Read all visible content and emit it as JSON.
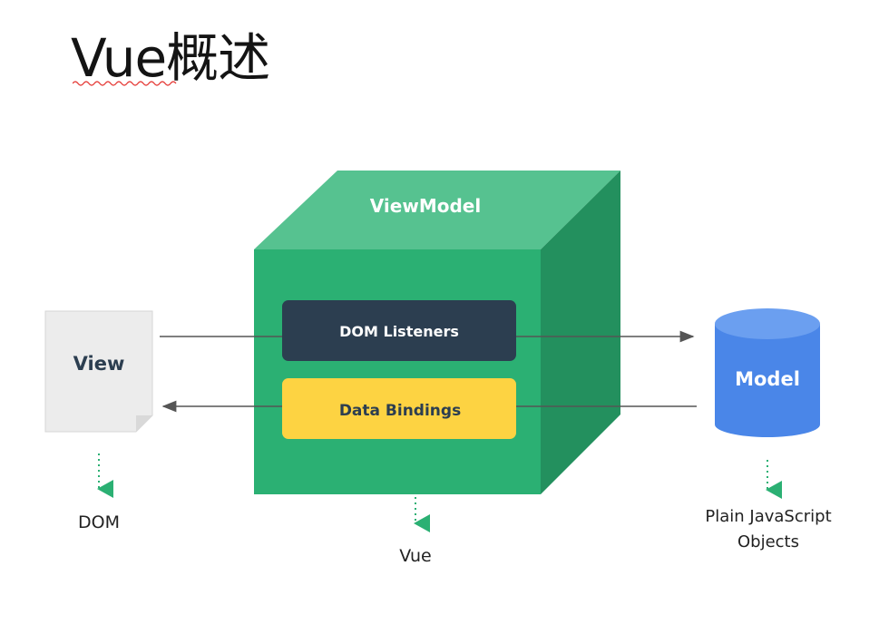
{
  "slide": {
    "title": "Vue概述"
  },
  "diagram": {
    "viewmodel_label": "ViewModel",
    "dom_listeners_label": "DOM Listeners",
    "data_bindings_label": "Data Bindings",
    "view_label": "View",
    "model_label": "Model",
    "dom_caption": "DOM",
    "vue_caption": "Vue",
    "model_caption_line1": "Plain JavaScript",
    "model_caption_line2": "Objects"
  },
  "colors": {
    "cube_front": "#2bb073",
    "cube_top": "#56c290",
    "cube_side": "#23905e",
    "listeners_box": "#2c3e50",
    "bindings_box": "#fdd342",
    "model_cylinder": "#4a86e8",
    "model_cylinder_top": "#6b9ff0",
    "view_doc": "#ececec",
    "arrow": "#555555",
    "dotted_arrow": "#2bb073"
  }
}
